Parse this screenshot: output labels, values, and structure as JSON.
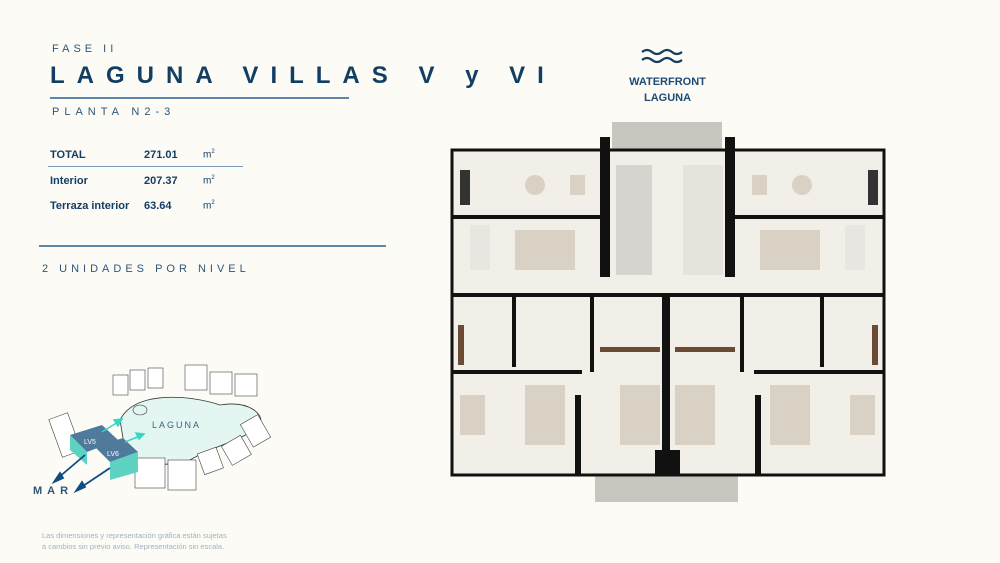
{
  "header": {
    "phase": "FASE II",
    "title": "LAGUNA VILLAS V y VI",
    "plant": "PLANTA N2-3"
  },
  "areas": [
    {
      "label": "TOTAL",
      "value": "271.01",
      "unit": "m",
      "exp": "2"
    },
    {
      "label": "Interior",
      "value": "207.37",
      "unit": "m",
      "exp": "2"
    },
    {
      "label": "Terraza interior",
      "value": "63.64",
      "unit": "m",
      "exp": "2"
    }
  ],
  "units_per_level": "2 UNIDADES POR NIVEL",
  "site_map": {
    "lagoon_label": "LAGUNA",
    "sea_label": "MAR",
    "building_labels": [
      "LV5",
      "LV6"
    ]
  },
  "orientation": {
    "icon": "waves-icon",
    "line1": "WATERFRONT",
    "line2": "LAGUNA"
  },
  "disclaimer": {
    "line1": "Las dimensiones y representación gráfica están sujetas",
    "line2": "a cambios sin previo aviso. Representación sin escala."
  },
  "colors": {
    "navy": "#123e63",
    "building": "#4f7a9c",
    "lagoon": "#e3f6f2",
    "arrow_lagoon": "#35d6c4"
  }
}
